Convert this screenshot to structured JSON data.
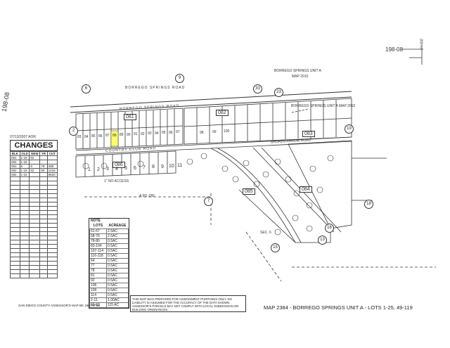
{
  "header": {
    "book_page": "198-08",
    "side_label": "198-08",
    "scale_top": "1\"=400'",
    "unit_label": "BORREGO SPRINGS UNIT A",
    "unit_map": "MAP 2010"
  },
  "streets": {
    "borrego_springs_road": "BORREGO SPRINGS ROAD",
    "country_club_road": "COUNTRY CLUB ROAD",
    "broken_arrow_road": "BROKEN ARROW ROAD",
    "access": "1\" NO ACCESS",
    "mini_title": "BORREGO SPRINGS UNIT A MAP 2010",
    "a_pg": "A PG 1B5",
    "sec_6": "SEC. 6"
  },
  "circles": [
    "6",
    "9",
    "33",
    "2",
    "7",
    "15",
    "16",
    "13",
    "19",
    "18",
    "23"
  ],
  "parcels": [
    "081",
    "082",
    "083",
    "084",
    "085",
    "086"
  ],
  "lot_numbers_top": [
    "83",
    "84",
    "85",
    "86",
    "87",
    "88",
    "89",
    "90",
    "91",
    "92",
    "93",
    "94",
    "95",
    "96",
    "97",
    "98",
    "99",
    "100"
  ],
  "lot_numbers_bottom": [
    "1",
    "2",
    "3",
    "4",
    "5",
    "6",
    "7",
    "8",
    "9",
    "10",
    "11"
  ],
  "changes": {
    "date_stamp": "07/13/2007 AOR",
    "title": "CHANGES",
    "cols": [
      "BLK",
      "OLD",
      "NEW",
      "YR",
      "CUT"
    ],
    "rows": [
      [
        "081",
        "1-18",
        "82",
        "",
        ""
      ],
      [
        "082",
        "1-18",
        "",
        "",
        " "
      ],
      [
        "081",
        "9",
        "8",
        "79",
        "498"
      ],
      [
        "082",
        "1-15",
        "82",
        "80",
        "1216"
      ],
      [
        "082",
        "1-15",
        "",
        "",
        "8520"
      ]
    ]
  },
  "note": {
    "title": "NOTE",
    "cols": [
      "LOTS",
      "ACREAGE"
    ],
    "rows": [
      [
        "61-67",
        "2.5AC"
      ],
      [
        "58-76",
        "2.5AC"
      ],
      [
        "78-80",
        "0.5AC"
      ],
      [
        "83-104",
        "0.5AC"
      ],
      [
        "107-114",
        "0.5AC"
      ],
      [
        "116-118",
        "0.5AC"
      ],
      [
        "64",
        "0.5AC"
      ],
      [
        "77",
        "0.5AC"
      ],
      [
        "78",
        "0.5AC"
      ],
      [
        "81",
        "0.5AC"
      ],
      [
        "92",
        "0.5AC"
      ],
      [
        "106",
        "0.5AC"
      ],
      [
        "109",
        "0.5AC"
      ],
      [
        "114",
        "0.5AC"
      ],
      [
        "2-11",
        "1.00AC"
      ],
      [
        "60-63",
        "115 AC"
      ]
    ]
  },
  "disclaimer": "THIS MAP WAS PREPARED FOR ASSESSMENT PURPOSES ONLY. NO LIABILITY IS ASSUMED FOR THE ACCURACY OF THE DATA SHOWN. ASSESSOR'S PARCELS MAY NOT COMPLY WITH LOCAL SUBDIVISION OR BUILDING ORDINANCES.",
  "footer": "SAN DIEGO COUNTY ASSESSOR'S MAP BK 198 PG 08",
  "map_title": "MAP 2384 - BORREGO SPRINGS UNIT A - LOTS 1-25, 49-119"
}
